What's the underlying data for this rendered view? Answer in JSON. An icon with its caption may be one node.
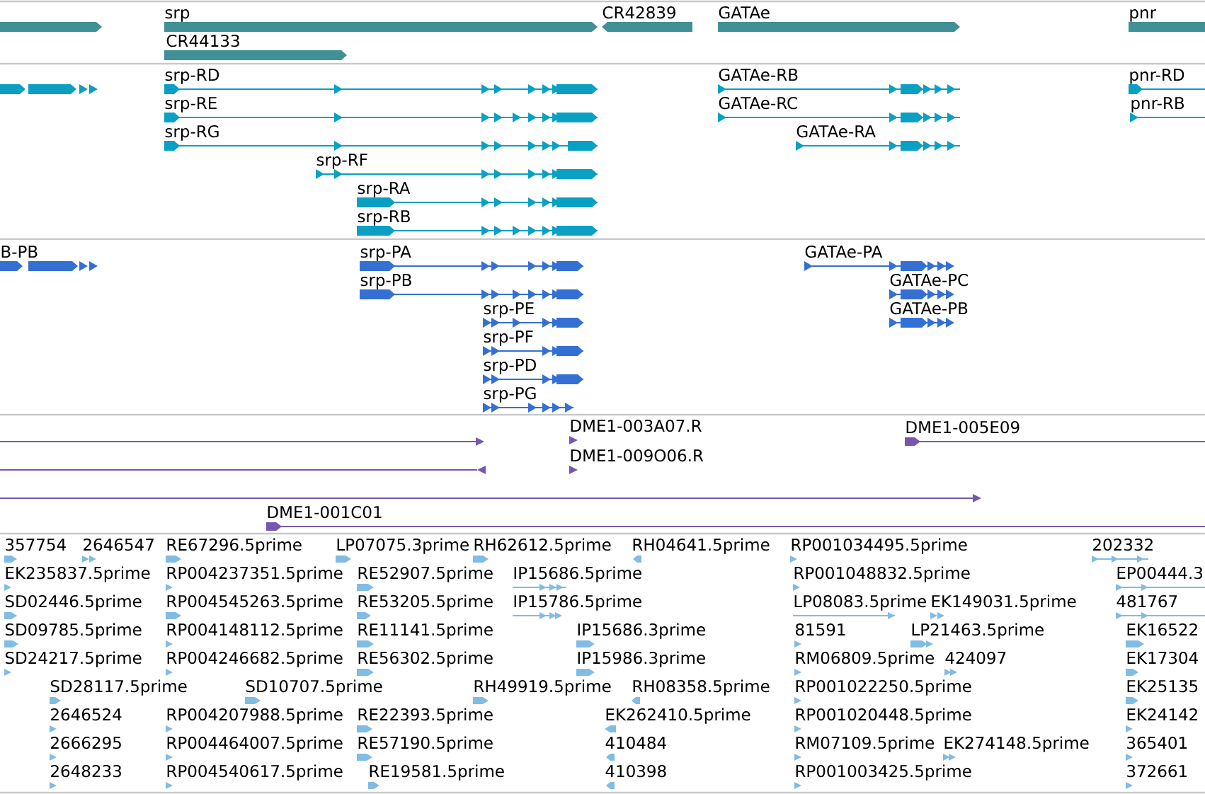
{
  "diagram": {
    "labels": [
      "srp",
      "CR42839",
      "GATAe",
      "pnr",
      "CR44133",
      "srp-RD",
      "GATAe-RB",
      "pnr-RD",
      "srp-RE",
      "GATAe-RC",
      "pnr-RB",
      "srp-RG",
      "GATAe-RA",
      "srp-RF",
      "srp-RA",
      "srp-RB",
      "B-PB",
      "srp-PA",
      "GATAe-PA",
      "srp-PB",
      "GATAe-PC",
      "srp-PE",
      "GATAe-PB",
      "srp-PF",
      "srp-PD",
      "srp-PG",
      "DME1-003A07.R",
      "DME1-005E09",
      "DME1-009O06.R",
      "DME1-001C01",
      "357754",
      "2646547",
      "RE67296.5prime",
      "LP07075.3prime",
      "RH62612.5prime",
      "RH04641.5prime",
      "RP001034495.5prime",
      "202332",
      "EK235837.5prime",
      "RP004237351.5prime",
      "RE52907.5prime",
      "IP15686.5prime",
      "RP001048832.5prime",
      "EP00444.3",
      "SD02446.5prime",
      "RP004545263.5prime",
      "RE53205.5prime",
      "IP15786.5prime",
      "LP08083.5prime",
      "EK149031.5prime",
      "481767",
      "SD09785.5prime",
      "RP004148112.5prime",
      "RE11141.5prime",
      "IP15686.3prime",
      "81591",
      "LP21463.5prime",
      "EK16522",
      "SD24217.5prime",
      "RP004246682.5prime",
      "RE56302.5prime",
      "IP15986.3prime",
      "RM06809.5prime",
      "424097",
      "EK17304",
      "SD28117.5prime",
      "SD10707.5prime",
      "RH49919.5prime",
      "RH08358.5prime",
      "RP001022250.5prime",
      "EK25135",
      "2646524",
      "RP004207988.5prime",
      "RE22393.5prime",
      "EK262410.5prime",
      "RP001020448.5prime",
      "EK24142",
      "2666295",
      "RP004464007.5prime",
      "RE57190.5prime",
      "410484",
      "RM07109.5prime",
      "EK274148.5prime",
      "365401",
      "2648233",
      "RP004540617.5prime",
      "RE19581.5prime",
      "410398",
      "RP001003425.5prime",
      "372661"
    ]
  }
}
